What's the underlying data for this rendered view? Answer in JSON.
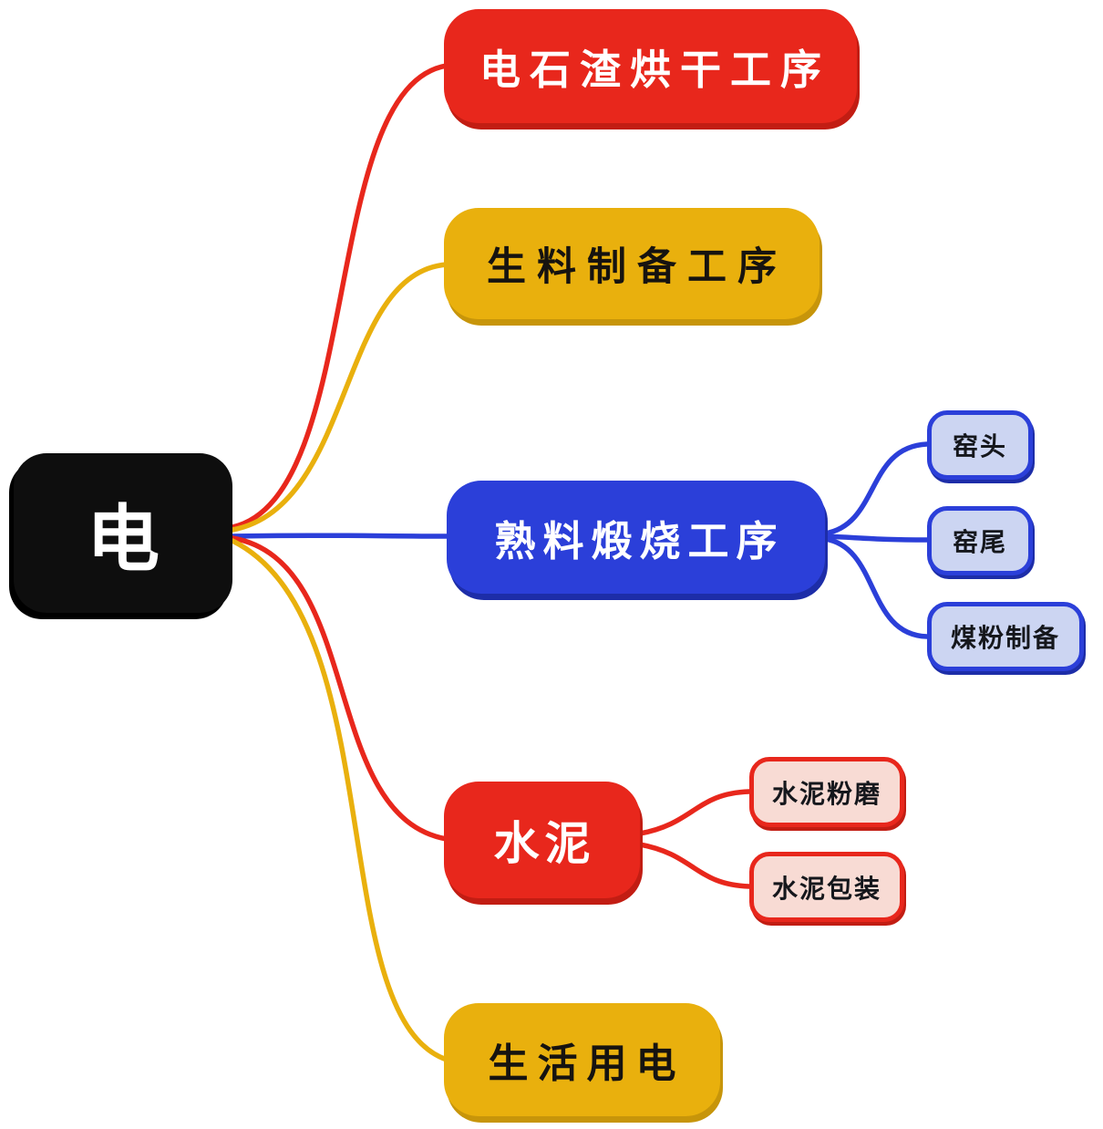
{
  "diagram": {
    "type": "mindmap",
    "root": {
      "label": "电",
      "color": "#0e0e0e",
      "text_color": "#ffffff"
    },
    "branches": [
      {
        "label": "电石渣烘干工序",
        "color": "#e8271c",
        "text_color": "#ffffff"
      },
      {
        "label": "生料制备工序",
        "color": "#e9b00d",
        "text_color": "#161310"
      },
      {
        "label": "熟料煅烧工序",
        "color": "#2b3fd9",
        "text_color": "#ffffff",
        "children": [
          {
            "label": "窑头",
            "fill": "#ccd5f2",
            "border": "#2b3fd9"
          },
          {
            "label": "窑尾",
            "fill": "#ccd5f2",
            "border": "#2b3fd9"
          },
          {
            "label": "煤粉制备",
            "fill": "#ccd5f2",
            "border": "#2b3fd9"
          }
        ]
      },
      {
        "label": "水泥",
        "color": "#e8271c",
        "text_color": "#ffffff",
        "children": [
          {
            "label": "水泥粉磨",
            "fill": "#f8dbd4",
            "border": "#e8271c"
          },
          {
            "label": "水泥包装",
            "fill": "#f8dbd4",
            "border": "#e8271c"
          }
        ]
      },
      {
        "label": "生活用电",
        "color": "#e9b00d",
        "text_color": "#161310"
      }
    ],
    "palette": {
      "red": "#e8271c",
      "gold": "#e9b00d",
      "blue": "#2b3fd9",
      "black": "#0e0e0e",
      "child_blue_fill": "#ccd5f2",
      "child_pink_fill": "#f8dbd4",
      "background": "#ffffff"
    }
  }
}
